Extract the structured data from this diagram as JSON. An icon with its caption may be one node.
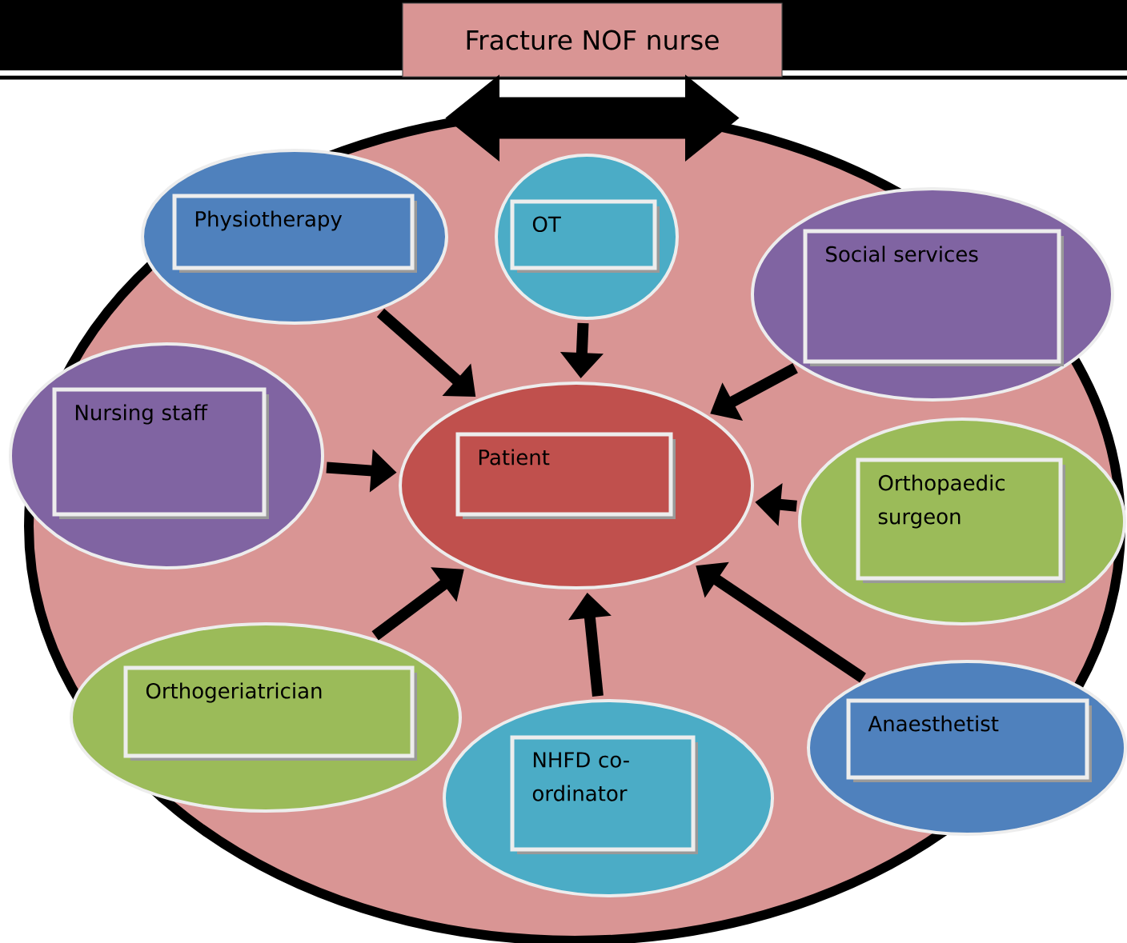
{
  "diagram": {
    "nodes": [
      {
        "text": [
          "Fracture NOF nurse"
        ]
      },
      {
        "text": [],
        "shape": "circle"
      },
      {
        "text": [
          "Physiotherapy"
        ],
        "in": 1
      },
      {
        "text": [
          "OT"
        ],
        "in": 1
      },
      {
        "text": [
          "Social services"
        ],
        "in": 1
      },
      {
        "text": [
          "Nursing staff"
        ],
        "in": 1
      },
      {
        "text": [
          "Patient"
        ],
        "in": 1
      },
      {
        "text": [
          "Orthopaedic surgeon"
        ],
        "in": 1
      },
      {
        "text": [
          "Orthogeriatrician"
        ],
        "in": 1
      },
      {
        "text": [
          "NHFD co-ordinator"
        ],
        "in": 1
      },
      {
        "text": [
          "Anaesthetist"
        ],
        "in": 1
      }
    ],
    "edges": [
      {
        "from": 0,
        "to": 1,
        "arrow": "both",
        "style": "thick"
      },
      {
        "from": 2,
        "to": 6,
        "arrow": "to"
      },
      {
        "from": 3,
        "to": 6,
        "arrow": "to"
      },
      {
        "from": 4,
        "to": 6,
        "arrow": "to"
      },
      {
        "from": 5,
        "to": 6,
        "arrow": "to"
      },
      {
        "from": 7,
        "to": 6,
        "arrow": "to"
      },
      {
        "from": 8,
        "to": 6,
        "arrow": "to"
      },
      {
        "from": 9,
        "to": 6,
        "arrow": "to"
      },
      {
        "from": 10,
        "to": 6,
        "arrow": "to"
      }
    ]
  }
}
